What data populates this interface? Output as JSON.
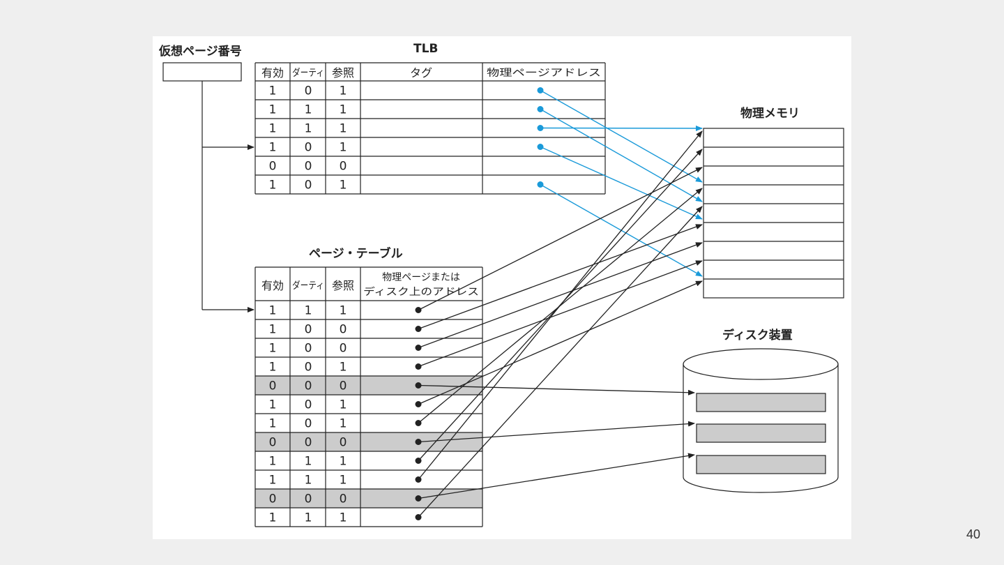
{
  "slide": {
    "page_number": "40"
  },
  "virtual_page": {
    "label": "仮想ページ番号"
  },
  "tlb": {
    "title": "TLB",
    "headers": [
      "有効",
      "ダーティ",
      "参照",
      "タグ",
      "物理ページアドレス"
    ],
    "rows": [
      [
        "1",
        "0",
        "1"
      ],
      [
        "1",
        "1",
        "1"
      ],
      [
        "1",
        "1",
        "1"
      ],
      [
        "1",
        "0",
        "1"
      ],
      [
        "0",
        "0",
        "0"
      ],
      [
        "1",
        "0",
        "1"
      ]
    ]
  },
  "page_table": {
    "title": "ページ・テーブル",
    "headers": [
      "有効",
      "ダーティ",
      "参照"
    ],
    "address_header": [
      "物理ページまたは",
      "ディスク上のアドレス"
    ],
    "rows": [
      [
        "1",
        "1",
        "1"
      ],
      [
        "1",
        "0",
        "0"
      ],
      [
        "1",
        "0",
        "0"
      ],
      [
        "1",
        "0",
        "1"
      ],
      [
        "0",
        "0",
        "0"
      ],
      [
        "1",
        "0",
        "1"
      ],
      [
        "1",
        "0",
        "1"
      ],
      [
        "0",
        "0",
        "0"
      ],
      [
        "1",
        "1",
        "1"
      ],
      [
        "1",
        "1",
        "1"
      ],
      [
        "0",
        "0",
        "0"
      ],
      [
        "1",
        "1",
        "1"
      ]
    ]
  },
  "physical_memory": {
    "title": "物理メモリ"
  },
  "disk": {
    "title": "ディスク装置"
  },
  "colors": {
    "tlb_arrow": "#1a9ad9",
    "line": "#222222",
    "shade": "#cccccc"
  }
}
